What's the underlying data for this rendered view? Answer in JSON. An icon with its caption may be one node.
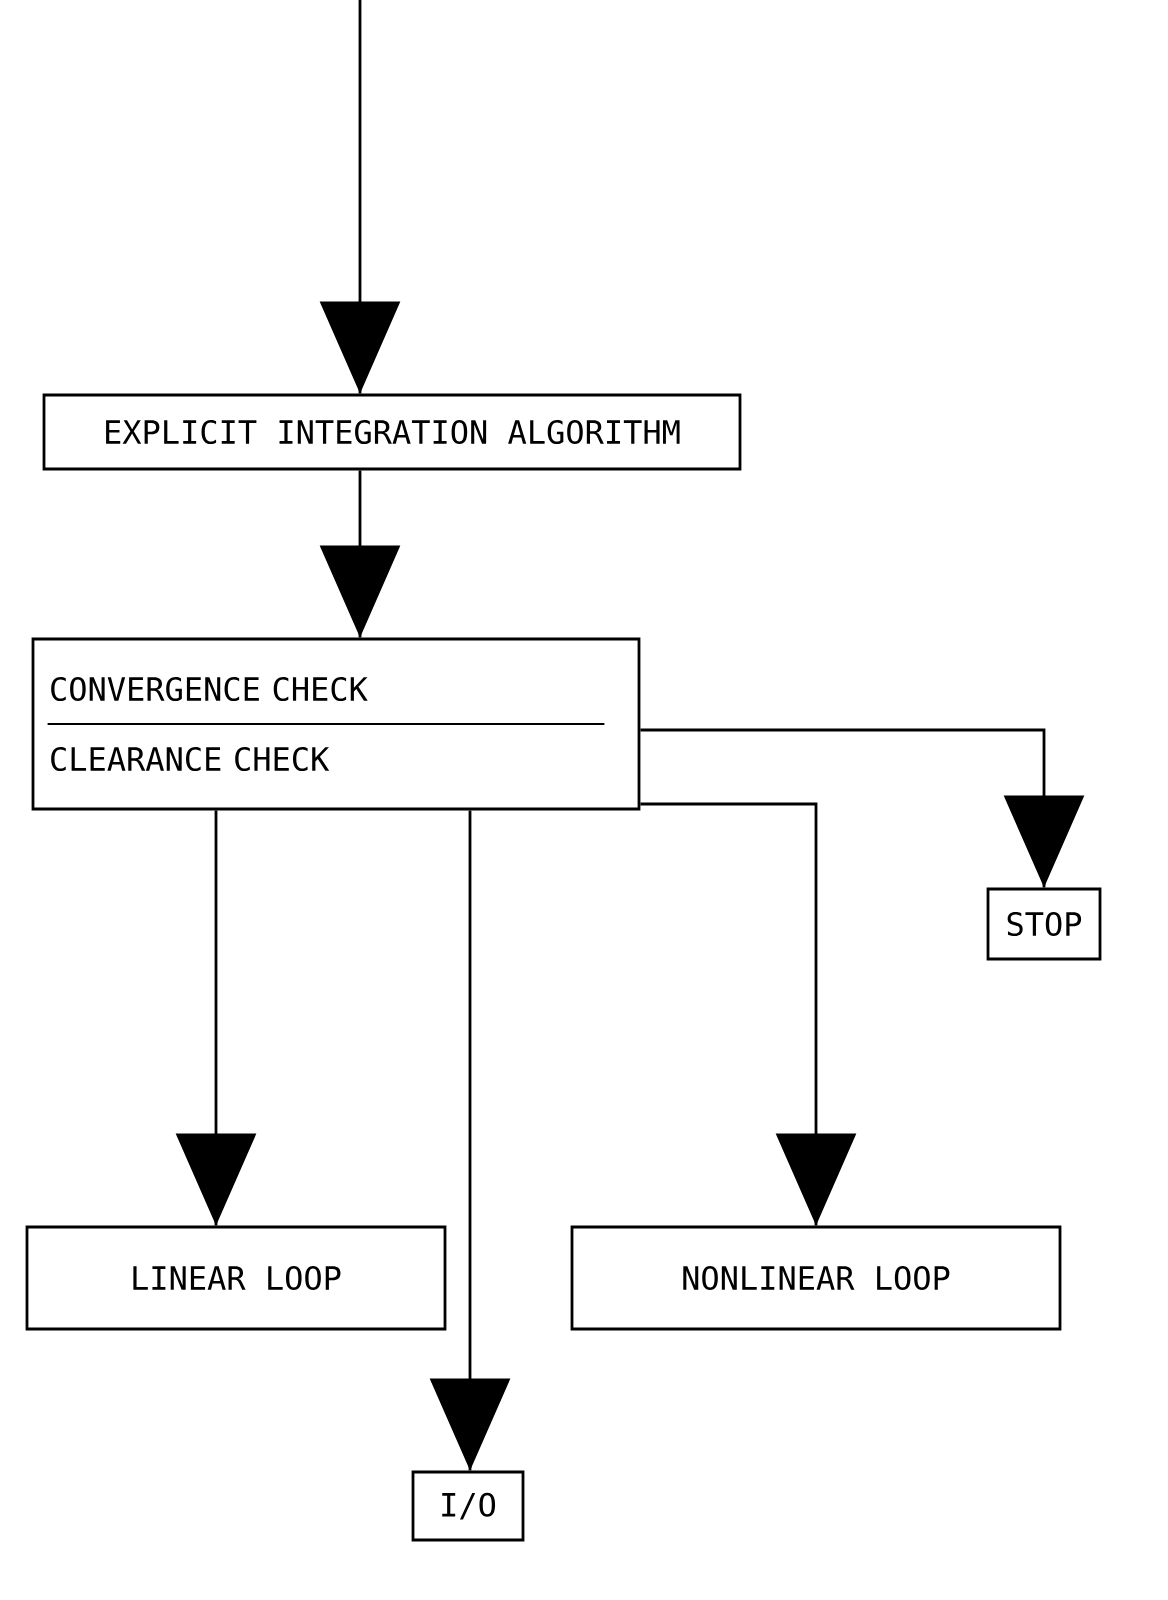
{
  "diagram": {
    "nodes": [
      {
        "text": [
          "EXPLICIT INTEGRATION ALGORITHM"
        ]
      },
      {
        "text": [
          "CONVERGENCE CHECK",
          "CLEARANCE CHECK"
        ]
      },
      {
        "text": [
          "STOP"
        ]
      },
      {
        "text": [
          "LINEAR LOOP"
        ]
      },
      {
        "text": [
          "NONLINEAR LOOP"
        ]
      },
      {
        "text": [
          "I/O"
        ]
      }
    ],
    "edges": [
      {
        "from": null,
        "to": 0,
        "arrow": "to"
      },
      {
        "from": 0,
        "to": 1,
        "arrow": "to"
      },
      {
        "from": 1,
        "to": 2,
        "arrow": "to"
      },
      {
        "from": 1,
        "to": 3,
        "arrow": "to"
      },
      {
        "from": 1,
        "to": 5,
        "arrow": "to"
      },
      {
        "from": 1,
        "to": 4,
        "arrow": "to"
      }
    ]
  }
}
